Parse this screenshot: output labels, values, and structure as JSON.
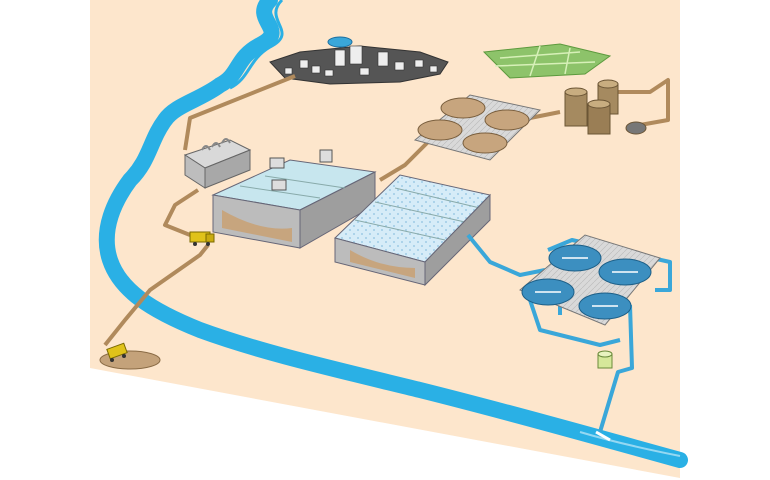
{
  "title": "",
  "colors": {
    "land": "#fde6cc",
    "river": "#2ab0e5",
    "pipe_brown": "#b08a5c",
    "pipe_blue": "#3aa7d9",
    "sludge": "#c7a57e",
    "water_tank": "#cfe6f3",
    "clarifier": "#3c8fc0",
    "digester": "#a58a60",
    "farmland": "#8dc36a",
    "truck": "#e0c21a"
  },
  "components": [
    {
      "name": "river",
      "icon": "river-shape"
    },
    {
      "name": "town",
      "icon": "city-block-icon"
    },
    {
      "name": "water-tower",
      "icon": "water-tower-icon"
    },
    {
      "name": "farmland",
      "icon": "field-icon"
    },
    {
      "name": "headworks",
      "icon": "screen-channel-icon"
    },
    {
      "name": "primary-sedimentation-tanks",
      "icon": "tank-icon"
    },
    {
      "name": "aeration-tanks",
      "icon": "tank-icon"
    },
    {
      "name": "sludge-thickeners",
      "icon": "round-tank-icon"
    },
    {
      "name": "anaerobic-digesters",
      "icon": "silo-icon"
    },
    {
      "name": "secondary-clarifiers",
      "icon": "round-tank-icon"
    },
    {
      "name": "disinfection-tank",
      "icon": "small-tank-icon"
    },
    {
      "name": "sludge-truck",
      "icon": "truck-icon"
    },
    {
      "name": "landfill-truck",
      "icon": "truck-icon"
    },
    {
      "name": "outfall",
      "icon": "outfall-icon"
    }
  ]
}
